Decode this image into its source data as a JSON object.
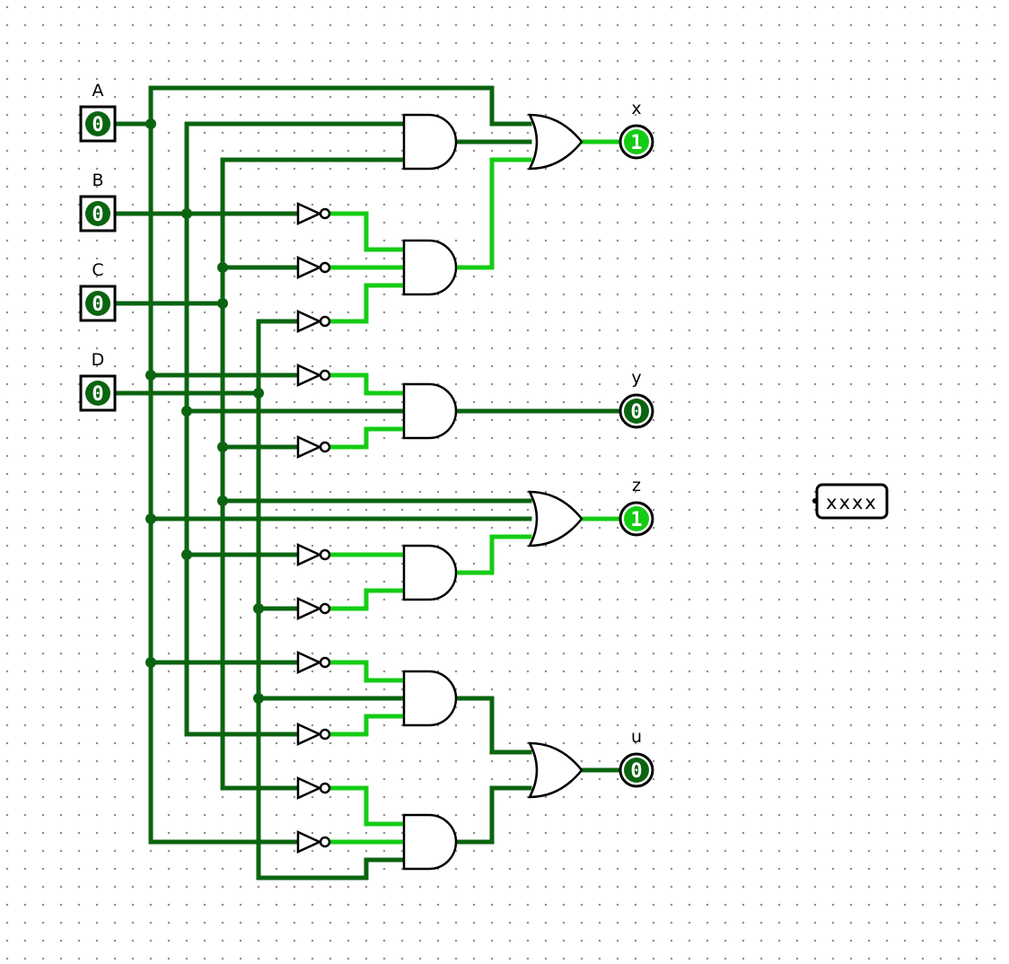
{
  "colors": {
    "wire_off": "#0b6410",
    "wire_on": "#14cc14",
    "pin_off_fill": "#0b6410",
    "pin_on_fill": "#14cc14",
    "outline": "#000000"
  },
  "inputs": [
    {
      "label": "A",
      "value": "0"
    },
    {
      "label": "B",
      "value": "0"
    },
    {
      "label": "C",
      "value": "0"
    },
    {
      "label": "D",
      "value": "0"
    }
  ],
  "outputs": [
    {
      "label": "x",
      "value": "1"
    },
    {
      "label": "y",
      "value": "0"
    },
    {
      "label": "z",
      "value": "1"
    },
    {
      "label": "u",
      "value": "0"
    }
  ],
  "probe": {
    "value": "xxxx"
  }
}
